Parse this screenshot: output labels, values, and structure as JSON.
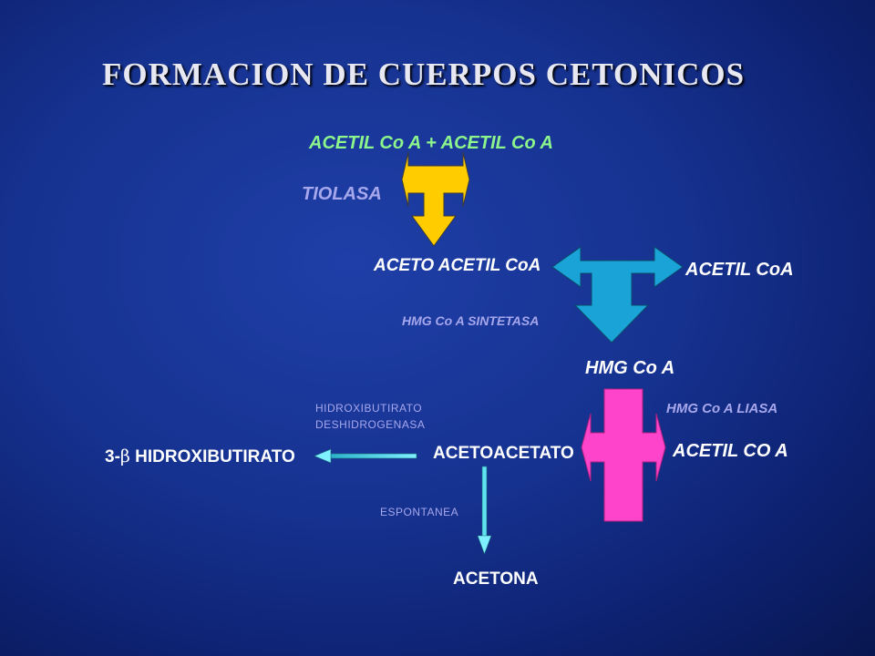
{
  "title": "FORMACION DE CUERPOS CETONICOS",
  "nodes": {
    "acetil_coa_pair": "ACETIL Co A  + ACETIL Co A",
    "aceto_acetil_coa": "ACETO ACETIL CoA",
    "acetil_coa_right": "ACETIL CoA",
    "hmg_coa": "HMG Co A",
    "acetil_co_a_bottom": "ACETIL CO A",
    "acetoacetato": "ACETOACETATO",
    "hidroxibutirato_prefix": "3-",
    "hidroxibutirato_symbol": "β",
    "hidroxibutirato_suffix": " HIDROXIBUTIRATO",
    "acetona": "ACETONA"
  },
  "enzymes": {
    "tiolasa": "TIOLASA",
    "hmg_sintetasa": "HMG Co A SINTETASA",
    "hmg_liasa": "HMG Co A LIASA",
    "deshidrogenasa_line1": "HIDROXIBUTIRATO",
    "deshidrogenasa_line2": "DESHIDROGENASA",
    "espontanea": "ESPONTANEA"
  },
  "colors": {
    "background": "#163290",
    "thiolase_arrow": "#ffcc00",
    "synthase_arrow": "#1aa3d6",
    "lyase_arrow": "#ff44cc",
    "line_arrow": "#4fd9e6",
    "node_text": "#ffffff",
    "substrate_text": "#8cf58c",
    "enzyme_text": "#a7a7ec"
  }
}
